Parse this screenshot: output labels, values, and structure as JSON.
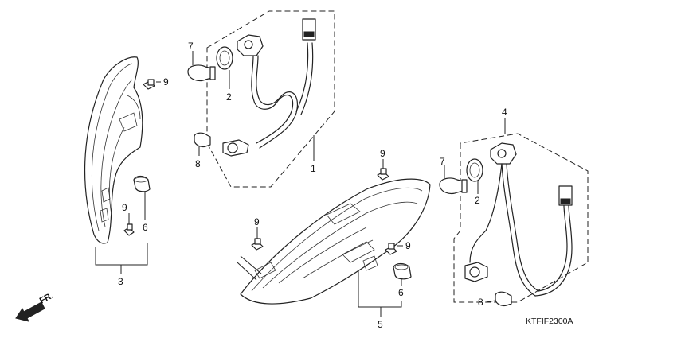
{
  "diagram_code": "KTFIF2300A",
  "direction_label": "FR.",
  "direction_icon": "front-direction-arrow-icon",
  "callouts": {
    "c1": "1",
    "c2a": "2",
    "c2b": "2",
    "c3": "3",
    "c4": "4",
    "c5": "5",
    "c6a": "6",
    "c6b": "6",
    "c7a": "7",
    "c7b": "7",
    "c8a": "8",
    "c8b": "8",
    "c9a": "9",
    "c9b": "9",
    "c9c": "9",
    "c9d": "9",
    "c9e": "9"
  }
}
